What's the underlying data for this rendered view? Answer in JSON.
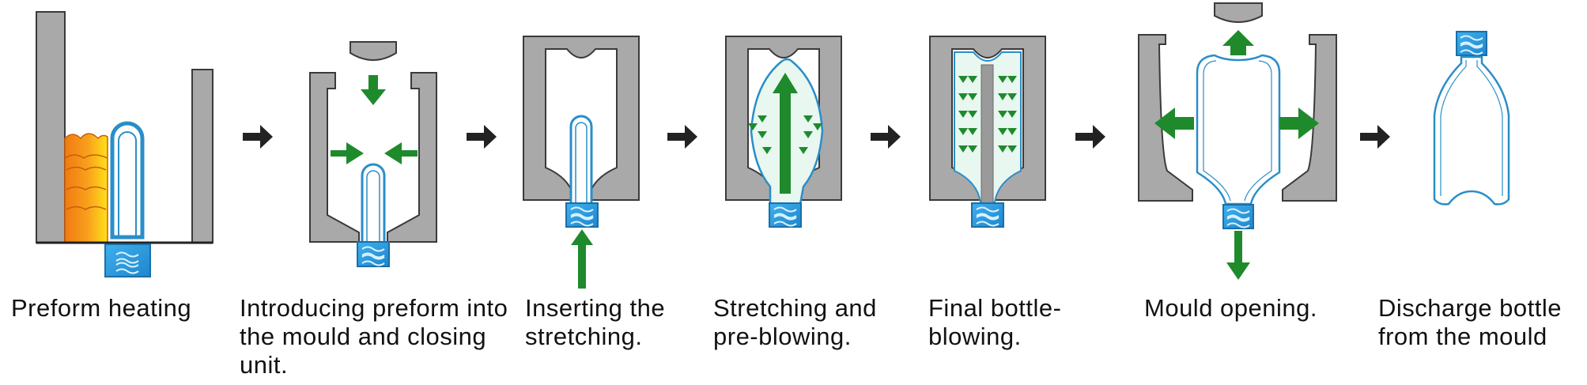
{
  "steps": [
    {
      "lines": [
        "Preform heating"
      ]
    },
    {
      "lines": [
        "Introducing preform into",
        "the mould and closing",
        "unit."
      ]
    },
    {
      "lines": [
        "Inserting the",
        "stretching."
      ]
    },
    {
      "lines": [
        "Stretching and",
        "pre-blowing."
      ]
    },
    {
      "lines": [
        "Final bottle-",
        "blowing."
      ]
    },
    {
      "lines": [
        "Mould opening."
      ]
    },
    {
      "lines": [
        "Discharge bottle",
        "from the mould"
      ]
    }
  ],
  "colors": {
    "mould": "#a9a9a9",
    "mould_edge": "#3a3a3a",
    "preform": "#2a8ec8",
    "cap": "#2e9fe0",
    "arrow_green": "#1f8a2c",
    "arrow_black": "#222222",
    "flame_orange": "#f58a1f",
    "flame_yellow": "#ffd21a"
  }
}
